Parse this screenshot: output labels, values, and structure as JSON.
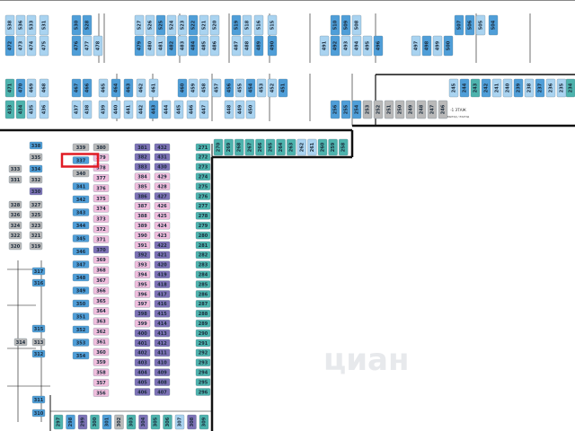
{
  "floor_label": "-1 ЭТАЖ",
  "floor_sub": "ВЫЕЗД / ВЪЕЗД",
  "watermark": "циан",
  "colors": {
    "teal": "#4db3ad",
    "blue": "#4f9ed8",
    "light_blue": "#a9d3f0",
    "purple": "#7d72b6",
    "pink": "#f0bedd",
    "gray": "#b9b9b9",
    "dark_teal": "#2b8d8a",
    "highlight": "#e01b24",
    "wall": "#111111"
  },
  "highlighted_spot": "337",
  "spots_left": [
    {
      "label": "338",
      "c": "blue"
    },
    {
      "label": "335",
      "c": "gray"
    },
    {
      "label": "334",
      "c": "blue"
    },
    {
      "label": "333",
      "c": "gray"
    },
    {
      "label": "332",
      "c": "gray"
    },
    {
      "label": "331",
      "c": "gray"
    },
    {
      "label": "330",
      "c": "purple"
    },
    {
      "label": "328",
      "c": "gray"
    },
    {
      "label": "327",
      "c": "gray"
    },
    {
      "label": "326",
      "c": "gray"
    },
    {
      "label": "325",
      "c": "gray"
    },
    {
      "label": "324",
      "c": "gray"
    },
    {
      "label": "323",
      "c": "gray"
    },
    {
      "label": "322",
      "c": "gray"
    },
    {
      "label": "321",
      "c": "gray"
    },
    {
      "label": "320",
      "c": "gray"
    },
    {
      "label": "319",
      "c": "gray"
    },
    {
      "label": "317",
      "c": "blue"
    },
    {
      "label": "316",
      "c": "blue"
    },
    {
      "label": "315",
      "c": "blue"
    },
    {
      "label": "314",
      "c": "gray"
    },
    {
      "label": "313",
      "c": "gray"
    },
    {
      "label": "312",
      "c": "blue"
    },
    {
      "label": "311",
      "c": "blue"
    },
    {
      "label": "310",
      "c": "blue"
    }
  ],
  "spots_col2": [
    {
      "label": "339",
      "c": "gray"
    },
    {
      "label": "337",
      "c": "blue"
    },
    {
      "label": "340",
      "c": "gray"
    },
    {
      "label": "341",
      "c": "blue"
    },
    {
      "label": "342",
      "c": "blue"
    },
    {
      "label": "343",
      "c": "blue"
    },
    {
      "label": "344",
      "c": "blue"
    },
    {
      "label": "345",
      "c": "blue"
    },
    {
      "label": "346",
      "c": "blue"
    },
    {
      "label": "347",
      "c": "blue"
    },
    {
      "label": "348",
      "c": "blue"
    },
    {
      "label": "349",
      "c": "blue"
    },
    {
      "label": "350",
      "c": "blue"
    },
    {
      "label": "351",
      "c": "blue"
    },
    {
      "label": "352",
      "c": "blue"
    },
    {
      "label": "353",
      "c": "blue"
    },
    {
      "label": "354",
      "c": "blue"
    }
  ],
  "spots_col3": [
    {
      "label": "380",
      "c": "gray"
    },
    {
      "label": "379",
      "c": "pink"
    },
    {
      "label": "378",
      "c": "pink"
    },
    {
      "label": "377",
      "c": "pink"
    },
    {
      "label": "376",
      "c": "pink"
    },
    {
      "label": "375",
      "c": "pink"
    },
    {
      "label": "374",
      "c": "pink"
    },
    {
      "label": "373",
      "c": "pink"
    },
    {
      "label": "372",
      "c": "pink"
    },
    {
      "label": "371",
      "c": "pink"
    },
    {
      "label": "370",
      "c": "purple"
    },
    {
      "label": "369",
      "c": "pink"
    },
    {
      "label": "368",
      "c": "pink"
    },
    {
      "label": "367",
      "c": "pink"
    },
    {
      "label": "366",
      "c": "pink"
    },
    {
      "label": "365",
      "c": "pink"
    },
    {
      "label": "364",
      "c": "pink"
    },
    {
      "label": "363",
      "c": "pink"
    },
    {
      "label": "362",
      "c": "pink"
    },
    {
      "label": "361",
      "c": "pink"
    },
    {
      "label": "360",
      "c": "pink"
    },
    {
      "label": "359",
      "c": "pink"
    },
    {
      "label": "358",
      "c": "pink"
    },
    {
      "label": "357",
      "c": "pink"
    },
    {
      "label": "356",
      "c": "pink"
    }
  ],
  "spots_col4": [
    {
      "label": "381",
      "c": "purple"
    },
    {
      "label": "382",
      "c": "purple"
    },
    {
      "label": "383",
      "c": "purple"
    },
    {
      "label": "384",
      "c": "pink"
    },
    {
      "label": "385",
      "c": "pink"
    },
    {
      "label": "386",
      "c": "purple"
    },
    {
      "label": "387",
      "c": "pink"
    },
    {
      "label": "388",
      "c": "pink"
    },
    {
      "label": "389",
      "c": "pink"
    },
    {
      "label": "390",
      "c": "pink"
    },
    {
      "label": "391",
      "c": "pink"
    },
    {
      "label": "392",
      "c": "purple"
    },
    {
      "label": "393",
      "c": "pink"
    },
    {
      "label": "394",
      "c": "pink"
    },
    {
      "label": "395",
      "c": "pink"
    },
    {
      "label": "396",
      "c": "pink"
    },
    {
      "label": "397",
      "c": "pink"
    },
    {
      "label": "398",
      "c": "purple"
    },
    {
      "label": "399",
      "c": "pink"
    },
    {
      "label": "400",
      "c": "purple"
    },
    {
      "label": "401",
      "c": "purple"
    },
    {
      "label": "402",
      "c": "purple"
    },
    {
      "label": "403",
      "c": "purple"
    },
    {
      "label": "404",
      "c": "purple"
    },
    {
      "label": "405",
      "c": "purple"
    },
    {
      "label": "406",
      "c": "purple"
    }
  ],
  "spots_col5": [
    {
      "label": "432",
      "c": "purple"
    },
    {
      "label": "431",
      "c": "purple"
    },
    {
      "label": "430",
      "c": "purple"
    },
    {
      "label": "429",
      "c": "pink"
    },
    {
      "label": "428",
      "c": "pink"
    },
    {
      "label": "427",
      "c": "purple"
    },
    {
      "label": "426",
      "c": "pink"
    },
    {
      "label": "425",
      "c": "pink"
    },
    {
      "label": "424",
      "c": "pink"
    },
    {
      "label": "423",
      "c": "pink"
    },
    {
      "label": "422",
      "c": "purple"
    },
    {
      "label": "421",
      "c": "purple"
    },
    {
      "label": "420",
      "c": "purple"
    },
    {
      "label": "419",
      "c": "purple"
    },
    {
      "label": "418",
      "c": "purple"
    },
    {
      "label": "417",
      "c": "purple"
    },
    {
      "label": "416",
      "c": "purple"
    },
    {
      "label": "415",
      "c": "purple"
    },
    {
      "label": "414",
      "c": "purple"
    },
    {
      "label": "413",
      "c": "purple"
    },
    {
      "label": "412",
      "c": "purple"
    },
    {
      "label": "411",
      "c": "purple"
    },
    {
      "label": "410",
      "c": "purple"
    },
    {
      "label": "409",
      "c": "purple"
    },
    {
      "label": "408",
      "c": "purple"
    },
    {
      "label": "407",
      "c": "purple"
    }
  ],
  "spots_col6": [
    {
      "label": "271",
      "c": "teal"
    },
    {
      "label": "272",
      "c": "teal"
    },
    {
      "label": "273",
      "c": "teal"
    },
    {
      "label": "274",
      "c": "teal"
    },
    {
      "label": "275",
      "c": "teal"
    },
    {
      "label": "276",
      "c": "teal"
    },
    {
      "label": "277",
      "c": "teal"
    },
    {
      "label": "278",
      "c": "teal"
    },
    {
      "label": "279",
      "c": "teal"
    },
    {
      "label": "280",
      "c": "teal"
    },
    {
      "label": "281",
      "c": "teal"
    },
    {
      "label": "282",
      "c": "teal"
    },
    {
      "label": "283",
      "c": "teal"
    },
    {
      "label": "284",
      "c": "teal"
    },
    {
      "label": "285",
      "c": "teal"
    },
    {
      "label": "286",
      "c": "teal"
    },
    {
      "label": "287",
      "c": "teal"
    },
    {
      "label": "288",
      "c": "teal"
    },
    {
      "label": "289",
      "c": "teal"
    },
    {
      "label": "290",
      "c": "teal"
    },
    {
      "label": "291",
      "c": "teal"
    },
    {
      "label": "292",
      "c": "teal"
    },
    {
      "label": "293",
      "c": "teal"
    },
    {
      "label": "294",
      "c": "teal"
    },
    {
      "label": "295",
      "c": "teal"
    },
    {
      "label": "296",
      "c": "teal"
    }
  ],
  "spots_top_strip": [
    {
      "label": "270",
      "c": "teal"
    },
    {
      "label": "269",
      "c": "teal"
    },
    {
      "label": "268",
      "c": "teal"
    },
    {
      "label": "267",
      "c": "teal"
    },
    {
      "label": "266",
      "c": "teal"
    },
    {
      "label": "265",
      "c": "teal"
    },
    {
      "label": "264",
      "c": "teal"
    },
    {
      "label": "263",
      "c": "teal"
    },
    {
      "label": "262",
      "c": "light_blue"
    },
    {
      "label": "261",
      "c": "light_blue"
    },
    {
      "label": "260",
      "c": "teal"
    },
    {
      "label": "259",
      "c": "teal"
    },
    {
      "label": "258",
      "c": "teal"
    }
  ],
  "spots_top_row1": [
    {
      "label": "538",
      "c": "light_blue"
    },
    {
      "label": "536",
      "c": "light_blue"
    },
    {
      "label": "533",
      "c": "light_blue"
    },
    {
      "label": "531",
      "c": "light_blue"
    },
    {
      "label": "530",
      "c": "blue"
    },
    {
      "label": "528",
      "c": "blue"
    },
    {
      "label": "527",
      "c": "light_blue"
    },
    {
      "label": "526",
      "c": "light_blue"
    },
    {
      "label": "525",
      "c": "blue"
    },
    {
      "label": "524",
      "c": "light_blue"
    },
    {
      "label": "523",
      "c": "light_blue"
    },
    {
      "label": "522",
      "c": "blue"
    },
    {
      "label": "521",
      "c": "light_blue"
    },
    {
      "label": "520",
      "c": "light_blue"
    },
    {
      "label": "519",
      "c": "blue"
    },
    {
      "label": "518",
      "c": "light_blue"
    },
    {
      "label": "516",
      "c": "light_blue"
    },
    {
      "label": "515",
      "c": "light_blue"
    },
    {
      "label": "510",
      "c": "blue"
    },
    {
      "label": "509",
      "c": "blue"
    },
    {
      "label": "508",
      "c": "light_blue"
    },
    {
      "label": "507",
      "c": "blue"
    },
    {
      "label": "506",
      "c": "blue"
    },
    {
      "label": "505",
      "c": "light_blue"
    },
    {
      "label": "504",
      "c": "blue"
    }
  ],
  "spots_top_row2": [
    {
      "label": "472",
      "c": "blue"
    },
    {
      "label": "473",
      "c": "light_blue"
    },
    {
      "label": "474",
      "c": "light_blue"
    },
    {
      "label": "475",
      "c": "light_blue"
    },
    {
      "label": "476",
      "c": "blue"
    },
    {
      "label": "477",
      "c": "light_blue"
    },
    {
      "label": "478",
      "c": "light_blue"
    },
    {
      "label": "479",
      "c": "blue"
    },
    {
      "label": "480",
      "c": "light_blue"
    },
    {
      "label": "481",
      "c": "light_blue"
    },
    {
      "label": "482",
      "c": "blue"
    },
    {
      "label": "483",
      "c": "light_blue"
    },
    {
      "label": "484",
      "c": "blue"
    },
    {
      "label": "485",
      "c": "light_blue"
    },
    {
      "label": "486",
      "c": "light_blue"
    },
    {
      "label": "487",
      "c": "light_blue"
    },
    {
      "label": "488",
      "c": "light_blue"
    },
    {
      "label": "489",
      "c": "blue"
    },
    {
      "label": "490",
      "c": "blue"
    },
    {
      "label": "491",
      "c": "light_blue"
    },
    {
      "label": "492",
      "c": "blue"
    },
    {
      "label": "493",
      "c": "light_blue"
    },
    {
      "label": "494",
      "c": "light_blue"
    },
    {
      "label": "495",
      "c": "light_blue"
    },
    {
      "label": "496",
      "c": "blue"
    },
    {
      "label": "497",
      "c": "light_blue"
    },
    {
      "label": "498",
      "c": "blue"
    },
    {
      "label": "499",
      "c": "light_blue"
    },
    {
      "label": "500",
      "c": "blue"
    }
  ],
  "spots_mid_row1": [
    {
      "label": "471",
      "c": "teal"
    },
    {
      "label": "470",
      "c": "blue"
    },
    {
      "label": "469",
      "c": "light_blue"
    },
    {
      "label": "468",
      "c": "light_blue"
    },
    {
      "label": "467",
      "c": "blue"
    },
    {
      "label": "466",
      "c": "blue"
    },
    {
      "label": "465",
      "c": "light_blue"
    },
    {
      "label": "464",
      "c": "blue"
    },
    {
      "label": "463",
      "c": "blue"
    },
    {
      "label": "462",
      "c": "light_blue"
    },
    {
      "label": "461",
      "c": "light_blue"
    },
    {
      "label": "460",
      "c": "blue"
    },
    {
      "label": "459",
      "c": "light_blue"
    },
    {
      "label": "458",
      "c": "light_blue"
    },
    {
      "label": "457",
      "c": "light_blue"
    },
    {
      "label": "456",
      "c": "blue"
    },
    {
      "label": "455",
      "c": "light_blue"
    },
    {
      "label": "454",
      "c": "blue"
    },
    {
      "label": "453",
      "c": "light_blue"
    },
    {
      "label": "452",
      "c": "light_blue"
    },
    {
      "label": "451",
      "c": "blue"
    }
  ],
  "spots_mid_row2": [
    {
      "label": "433",
      "c": "teal"
    },
    {
      "label": "434",
      "c": "teal"
    },
    {
      "label": "435",
      "c": "light_blue"
    },
    {
      "label": "436",
      "c": "light_blue"
    },
    {
      "label": "437",
      "c": "light_blue"
    },
    {
      "label": "438",
      "c": "light_blue"
    },
    {
      "label": "439",
      "c": "light_blue"
    },
    {
      "label": "440",
      "c": "light_blue"
    },
    {
      "label": "441",
      "c": "light_blue"
    },
    {
      "label": "442",
      "c": "light_blue"
    },
    {
      "label": "443",
      "c": "blue"
    },
    {
      "label": "444",
      "c": "light_blue"
    },
    {
      "label": "445",
      "c": "light_blue"
    },
    {
      "label": "446",
      "c": "light_blue"
    },
    {
      "label": "447",
      "c": "light_blue"
    },
    {
      "label": "448",
      "c": "light_blue"
    },
    {
      "label": "449",
      "c": "light_blue"
    },
    {
      "label": "450",
      "c": "light_blue"
    }
  ],
  "spots_right_mid": [
    {
      "label": "234",
      "c": "teal"
    },
    {
      "label": "235",
      "c": "light_blue"
    },
    {
      "label": "236",
      "c": "light_blue"
    },
    {
      "label": "237",
      "c": "blue"
    },
    {
      "label": "238",
      "c": "light_blue"
    },
    {
      "label": "239",
      "c": "blue"
    },
    {
      "label": "240",
      "c": "light_blue"
    },
    {
      "label": "241",
      "c": "light_blue"
    },
    {
      "label": "242",
      "c": "blue"
    },
    {
      "label": "243",
      "c": "teal"
    },
    {
      "label": "244",
      "c": "blue"
    },
    {
      "label": "245",
      "c": "light_blue"
    },
    {
      "label": "246",
      "c": "gray"
    },
    {
      "label": "247",
      "c": "gray"
    },
    {
      "label": "248",
      "c": "gray"
    },
    {
      "label": "249",
      "c": "gray"
    },
    {
      "label": "250",
      "c": "gray"
    },
    {
      "label": "251",
      "c": "gray"
    },
    {
      "label": "252",
      "c": "gray"
    },
    {
      "label": "253",
      "c": "gray"
    },
    {
      "label": "254",
      "c": "blue"
    },
    {
      "label": "255",
      "c": "blue"
    },
    {
      "label": "256",
      "c": "blue"
    }
  ],
  "spots_bottom": [
    {
      "label": "297",
      "c": "teal"
    },
    {
      "label": "298",
      "c": "blue"
    },
    {
      "label": "299",
      "c": "purple"
    },
    {
      "label": "300",
      "c": "teal"
    },
    {
      "label": "301",
      "c": "blue"
    },
    {
      "label": "302",
      "c": "gray"
    },
    {
      "label": "303",
      "c": "teal"
    },
    {
      "label": "304",
      "c": "purple"
    },
    {
      "label": "305",
      "c": "teal"
    },
    {
      "label": "306",
      "c": "teal"
    },
    {
      "label": "307",
      "c": "light_blue"
    },
    {
      "label": "308",
      "c": "purple"
    },
    {
      "label": "309",
      "c": "teal"
    }
  ]
}
